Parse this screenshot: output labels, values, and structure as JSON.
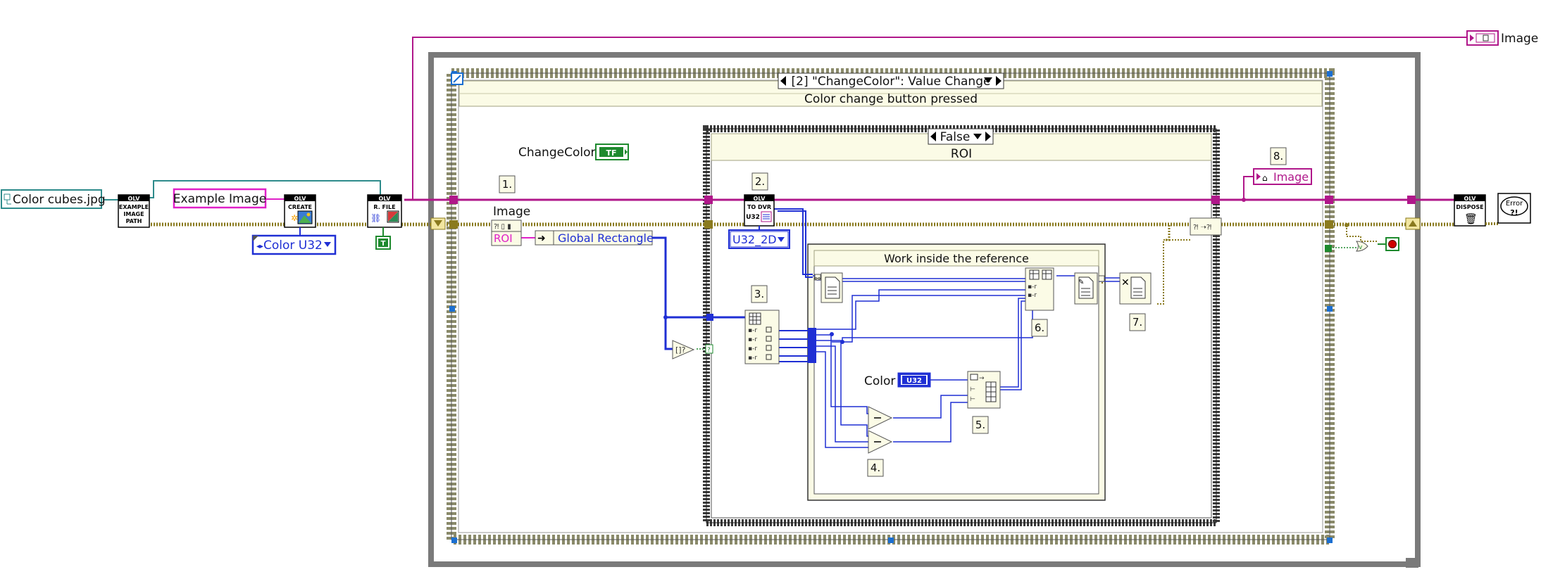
{
  "colors": {
    "path_wire": "#2e8b8b",
    "image_wire": "#b0178a",
    "error_wire": "#8a7a1e",
    "numeric_wire": "#1f2fd4",
    "bool_wire": "#1e8a2e",
    "structure_frame": "#7a7a7a",
    "case_frame": "#3c3c3c",
    "label_bg": "#fbfbe6"
  },
  "controls": {
    "path_constant": "Color cubes.jpg",
    "image_name_constant": "Example Image",
    "color_type_enum": "Color U32",
    "changecolor_label": "ChangeColor",
    "changecolor_terminal": "TF",
    "image_indicator": "Image",
    "image_local": "Image",
    "color_label": "Color",
    "color_terminal": "U32",
    "to_dvr_type": "U32_2D",
    "true_constant": "T"
  },
  "structures": {
    "event_selector": "[2] \"ChangeColor\": Value Change",
    "event_subtitle": "Color change button pressed",
    "case_selector": "False",
    "case_subtitle": "ROI",
    "ipe_title": "Work inside the reference"
  },
  "nodes": {
    "example_image_path": [
      "OLV",
      "EXAMPLE",
      "IMAGE",
      "PATH"
    ],
    "create": [
      "OLV",
      "CREATE"
    ],
    "read_file": [
      "OLV",
      "R. FILE"
    ],
    "to_dvr": [
      "OLV",
      "TO DVR",
      "U32"
    ],
    "dispose": [
      "OLV",
      "DISPOSE"
    ],
    "error_handler": "Error",
    "image_label": "Image",
    "roi_label": "ROI",
    "global_rectangle": "Global Rectangle"
  },
  "step_labels": [
    "1.",
    "2.",
    "3.",
    "4.",
    "5.",
    "6.",
    "7.",
    "8."
  ]
}
